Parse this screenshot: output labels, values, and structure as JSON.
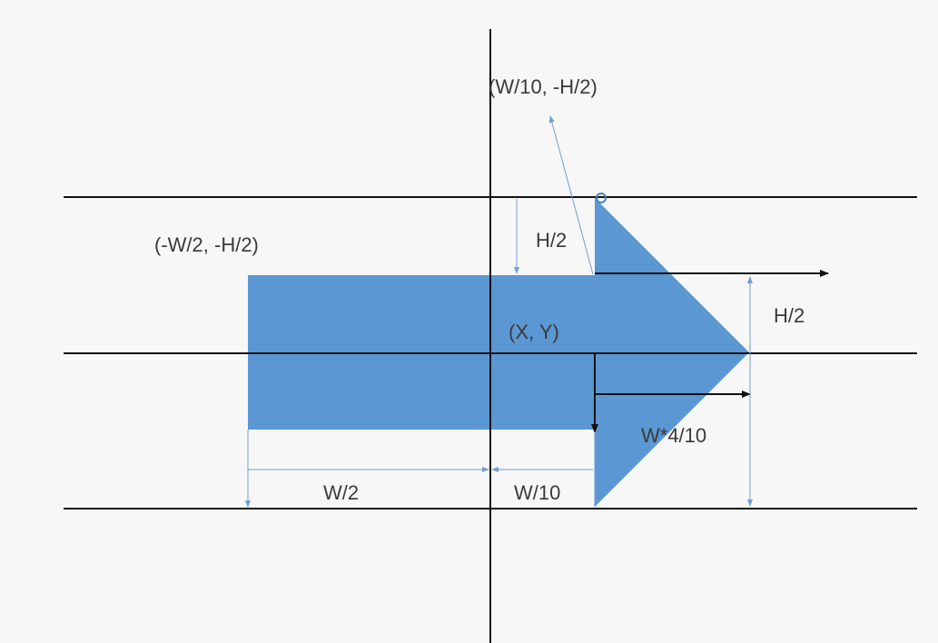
{
  "diagram": {
    "labels": {
      "top_point": "(W/10, -H/2)",
      "left_point": "(-W/2, -H/2)",
      "center": "(X, Y)",
      "h_half_top": "H/2",
      "h_half_right": "H/2",
      "w_half": "W/2",
      "w_tenth": "W/10",
      "w_head": "W*4/10"
    },
    "colors": {
      "arrow_fill": "#5b97d3",
      "axis_lines": "#111111",
      "dimension_lines": "#6f9fd0",
      "background": "#f7f7f7"
    }
  }
}
